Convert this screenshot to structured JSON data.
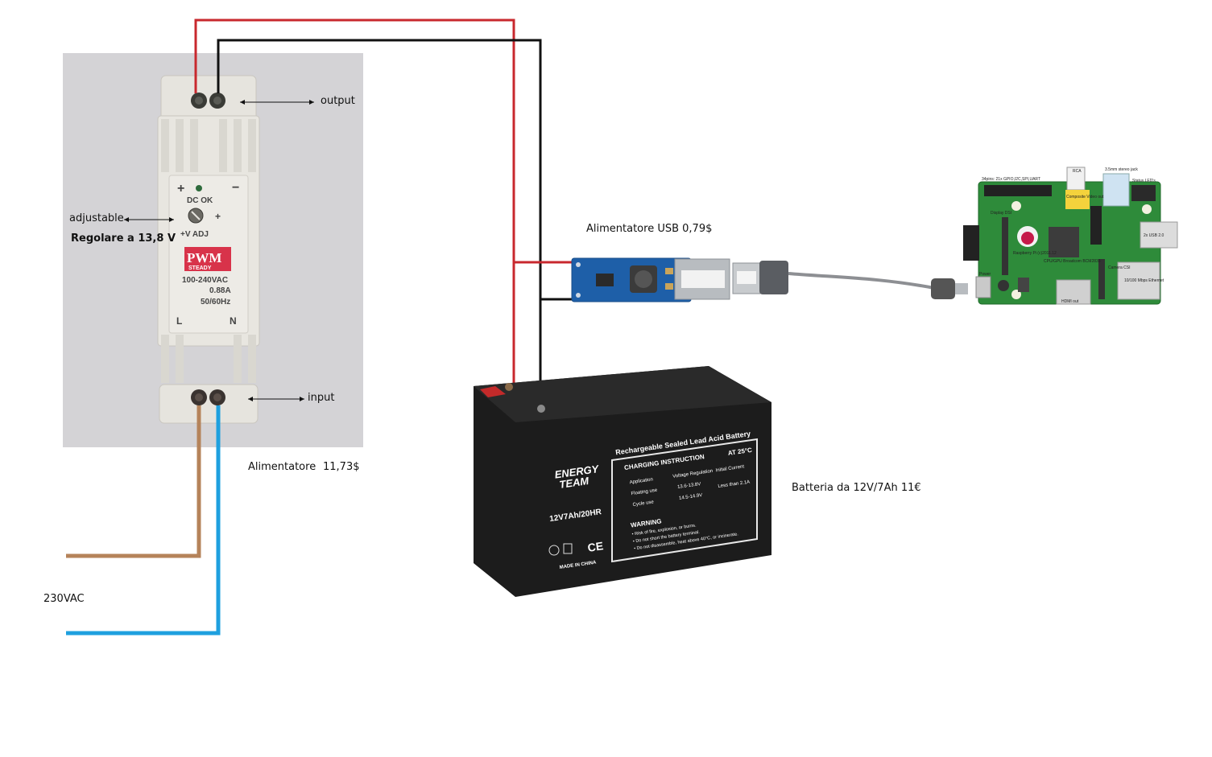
{
  "psu": {
    "output_label": "output",
    "input_label": "input",
    "adjustable_label": "adjustable",
    "regolare_label": "Regolare a 13,8 V",
    "caption": "Alimentatore",
    "price": "11,73$",
    "plus": "+",
    "minus": "−",
    "dc_ok": "DC OK",
    "v_adj": "+V ADJ",
    "knob_plus": "+",
    "brand": "PWM",
    "brand_sub": "STEADY",
    "spec_voltage": "100-240VAC",
    "spec_current": "0.88A",
    "spec_freq": "50/60Hz",
    "terminal_l": "L",
    "terminal_n": "N"
  },
  "mains": {
    "label": "230VAC"
  },
  "usb_module": {
    "caption": "Alimentatore USB 0,79$"
  },
  "battery": {
    "caption": "Batteria da 12V/7Ah 11€",
    "title": "Rechargeable Sealed Lead Acid Battery",
    "charging_header": "CHARGING INSTRUCTION",
    "temp": "AT 25°C",
    "col_application": "Application",
    "col_voltage": "Voltage Regulation",
    "col_current": "Initial Current",
    "row1_app": "Floating use",
    "row1_v": "13.6-13.8V",
    "row2_app": "Cycle use",
    "row2_v": "14.5-14.9V",
    "current_val": "Less than 2.1A",
    "brand_1": "ENERGY",
    "brand_2": "TEAM",
    "model": "12V7Ah/20HR",
    "warning_title": "WARNING",
    "warning_1": "• Risk of fire, explosion, or burns.",
    "warning_2": "• Do not short the battery terminal.",
    "warning_3": "• Do not disassemble, heat above 40°C, or incinerate.",
    "ce": "CE",
    "made_in": "MADE IN CHINA"
  },
  "rpi": {
    "gpio": "34pins: 21x GPIO,I2C,SPI,UART",
    "rca": "RCA",
    "audio": "3.5mm stereo jack",
    "status_leds": "Status LED's",
    "composite": "Composite Video out",
    "cpu": "CPU/GPU Broadcom BCM2835",
    "board": "Raspberry Pi (c)2011.12",
    "usb": "2x USB 2.0",
    "ethernet": "10/100 Mbps Ethernet",
    "hdmi": "HDMI out",
    "power": "Power",
    "csi": "Camera CSI",
    "dsi": "Display DSI"
  },
  "colors": {
    "positive_wire": "#c8282e",
    "negative_wire": "#111111",
    "mains_brown": "#b5835a",
    "mains_blue": "#1ea0df",
    "psu_body": "#e4e2dc",
    "psu_background": "#d4d3d6",
    "battery_body": "#1c1c1c",
    "pcb_green": "#2e8b3a",
    "usb_pcb_blue": "#1e5fa8"
  }
}
